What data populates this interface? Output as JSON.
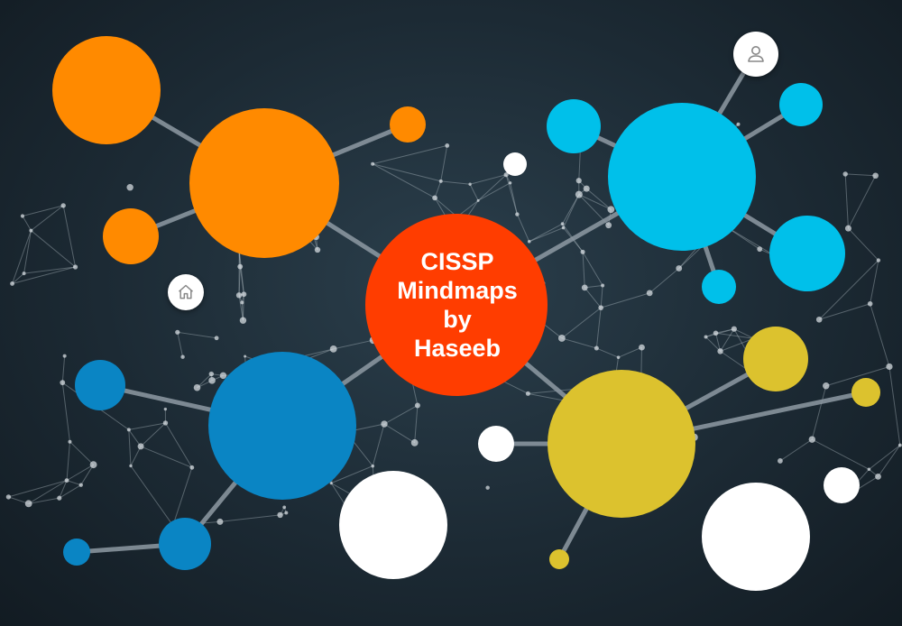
{
  "title": {
    "line1": "CISSP",
    "line2": "Mindmaps",
    "line3": "by",
    "line4": "Haseeb"
  },
  "icons": {
    "home": "home-icon",
    "user": "user-icon"
  },
  "colors": {
    "orange": "#ff8a00",
    "cyan": "#00c0ea",
    "blue": "#0a85c4",
    "yellow": "#dcc22e",
    "white": "#ffffff",
    "center": "#ff3d00",
    "line": "#8e9aa3"
  }
}
